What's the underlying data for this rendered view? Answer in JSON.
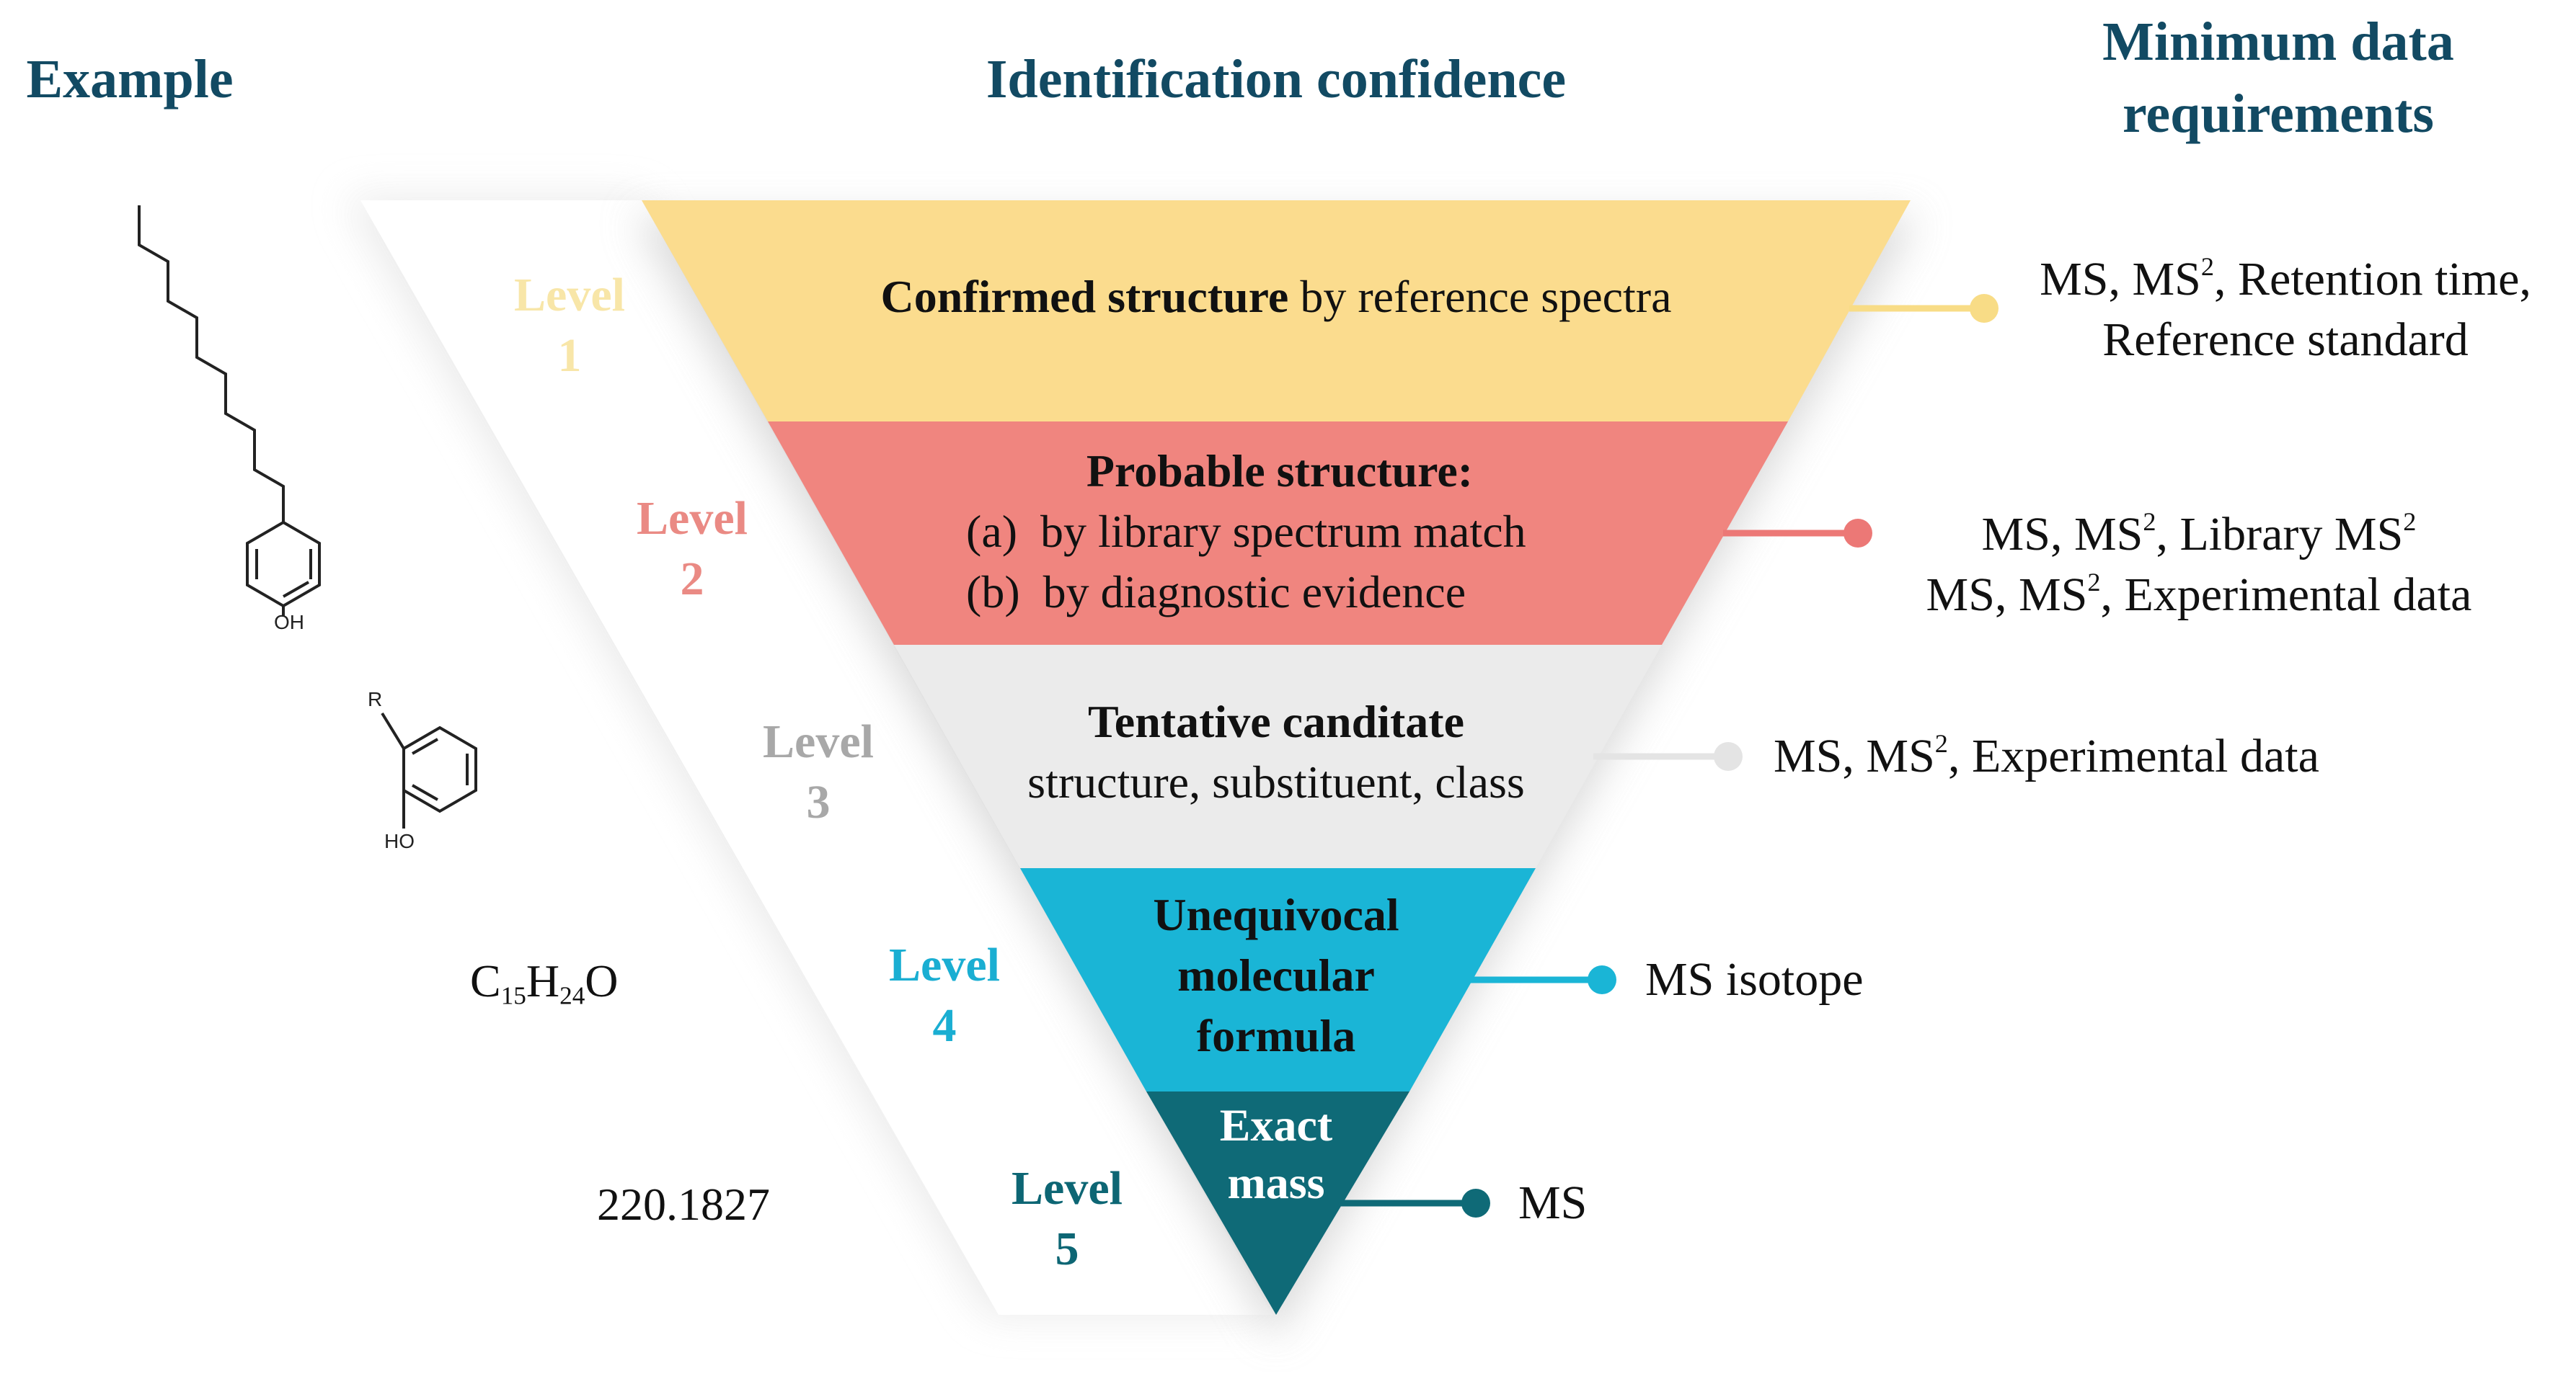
{
  "headers": {
    "example": "Example",
    "confidence": "Identification confidence",
    "requirements_line1": "Minimum data",
    "requirements_line2": "requirements"
  },
  "levels": [
    {
      "word": "Level",
      "number": "1",
      "color": "#f8e6a8"
    },
    {
      "word": "Level",
      "number": "2",
      "color": "#ea8a84"
    },
    {
      "word": "Level",
      "number": "3",
      "color": "#a8a8a8"
    },
    {
      "word": "Level",
      "number": "4",
      "color": "#1aaed2"
    },
    {
      "word": "Level",
      "number": "5",
      "color": "#0d6674"
    }
  ],
  "bands": {
    "level1": {
      "bold": "Confirmed structure",
      "rest": " by reference spectra",
      "color": "#fbdc8e"
    },
    "level2": {
      "title": "Probable structure:",
      "line_a": "(a)  by library spectrum match",
      "line_b": "(b)  by diagnostic evidence",
      "color": "#f0857f"
    },
    "level3": {
      "title": "Tentative canditate",
      "subtitle": "structure, substituent, class",
      "color": "#ebebeb"
    },
    "level4": {
      "line1": "Unequivocal",
      "line2": "molecular",
      "line3": "formula",
      "color": "#1ab5d6"
    },
    "level5": {
      "line1": "Exact",
      "line2": "mass",
      "color": "#0f6a77"
    }
  },
  "requirements": {
    "level1": {
      "line1_a": "MS, MS",
      "line1_sup": "2",
      "line1_b": ", Retention time,",
      "line2": "Reference standard"
    },
    "level2": {
      "line1_a": "MS, MS",
      "line1_sup": "2",
      "line1_b": ", Library MS",
      "line1_sup2": "2",
      "line2_a": "MS, MS",
      "line2_sup": "2",
      "line2_b": ", Experimental data"
    },
    "level3": {
      "a": "MS, MS",
      "sup": "2",
      "b": ", Experimental data"
    },
    "level4": {
      "text": "MS isotope"
    },
    "level5": {
      "text": "MS"
    }
  },
  "examples": {
    "level1_oh": "OH",
    "level2_r": "R",
    "level2_oh": "HO",
    "formula_c": "C",
    "formula_c_sub": "15",
    "formula_h": "H",
    "formula_h_sub": "24",
    "formula_o": "O",
    "mass": "220.1827"
  },
  "connector_colors": [
    "#f8dc86",
    "#ec7876",
    "#e4e4e4",
    "#1ab5d6",
    "#0f6a77"
  ]
}
